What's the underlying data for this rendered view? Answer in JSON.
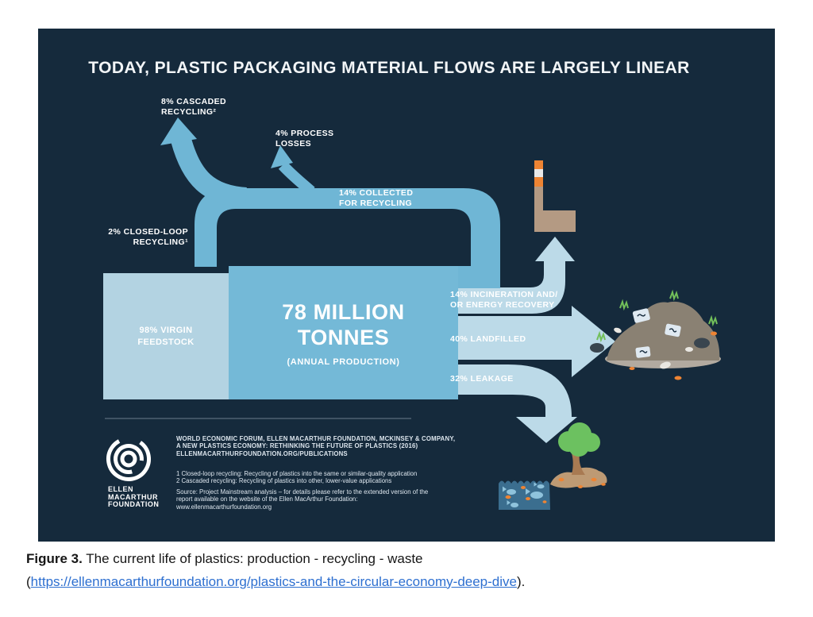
{
  "colors": {
    "page_bg": "#ffffff",
    "panel_bg": "#152a3c",
    "flow_medium_blue": "#6fb6d5",
    "flow_pale_blue": "#bcdae8",
    "virgin_box_blue": "#b3d3e2",
    "label_white": "#ffffff",
    "factory_tan": "#b49a83",
    "accent_orange": "#ee8433",
    "heap_gray": "#8a8173",
    "heap_base_gray": "#b2aaa0",
    "water_blue": "#3b6e8f",
    "fish_blue": "#8fc3dc",
    "tree_green": "#6cc160",
    "trunk_brown": "#a87a52",
    "ground_tan": "#bd9a74",
    "divider_gray": "#5a6c7b",
    "link_blue": "#2d6fd0"
  },
  "infographic": {
    "title": "TODAY, PLASTIC PACKAGING MATERIAL FLOWS ARE LARGELY LINEAR",
    "nodes": {
      "virgin_feedstock": {
        "line1": "98% VIRGIN",
        "line2": "FEEDSTOCK"
      },
      "production": {
        "line1": "78 MILLION",
        "line2": "TONNES",
        "subtitle": "(ANNUAL PRODUCTION)"
      }
    },
    "flows": {
      "cascaded_recycling": {
        "line1": "8% CASCADED",
        "line2": "RECYCLING²",
        "percent": 8
      },
      "process_losses": {
        "line1": "4% PROCESS",
        "line2": "LOSSES",
        "percent": 4
      },
      "collected_for_recycling": {
        "line1": "14% COLLECTED",
        "line2": "FOR RECYCLING",
        "percent": 14
      },
      "closed_loop_recycling": {
        "line1": "2% CLOSED-LOOP",
        "line2": "RECYCLING¹",
        "percent": 2
      },
      "incineration": {
        "line1": "14% INCINERATION AND/",
        "line2": "OR ENERGY RECOVERY",
        "percent": 14
      },
      "landfilled": {
        "line1": "40% LANDFILLED",
        "percent": 40
      },
      "leakage": {
        "line1": "32% LEAKAGE",
        "percent": 32
      }
    },
    "footer": {
      "logo_lines": [
        "ELLEN",
        "MACARTHUR",
        "FOUNDATION"
      ],
      "credit_lines": [
        "WORLD ECONOMIC FORUM, ELLEN MACARTHUR FOUNDATION, MCKINSEY & COMPANY,",
        "A NEW PLASTICS ECONOMY: RETHINKING THE FUTURE OF PLASTICS (2016)",
        "ELLENMACARTHURFOUNDATION.ORG/PUBLICATIONS"
      ],
      "footnote_lines": [
        "1 Closed-loop recycling: Recycling of plastics into the same or similar-quality application",
        "2 Cascaded recycling: Recycling of plastics into other, lower-value applications"
      ],
      "source_lines": [
        "Source: Project Mainstream analysis – for details please refer to the extended version of the",
        "report available on the website of the Ellen MacArthur Foundation:",
        "www.ellenmacarthurfoundation.org"
      ]
    }
  },
  "caption": {
    "figure_label": "Figure 3.",
    "text": " The current life of plastics: production - recycling - waste",
    "prefix": "(",
    "link": "https://ellenmacarthurfoundation.org/plastics-and-the-circular-economy-deep-dive",
    "suffix": ")."
  }
}
